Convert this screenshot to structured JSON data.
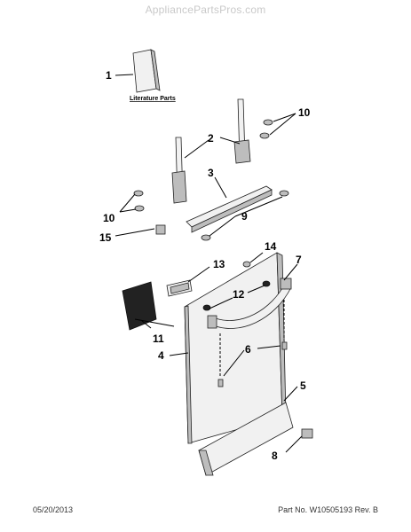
{
  "watermark": "AppliancePartsPros.com",
  "literature_label": "Literature Parts",
  "callouts": [
    "1",
    "2",
    "3",
    "4",
    "5",
    "6",
    "7",
    "8",
    "9",
    "10",
    "10",
    "11",
    "12",
    "13",
    "14",
    "15"
  ],
  "footer": {
    "date": "05/20/2013",
    "part_info": "Part No. W10505193  Rev. B"
  }
}
